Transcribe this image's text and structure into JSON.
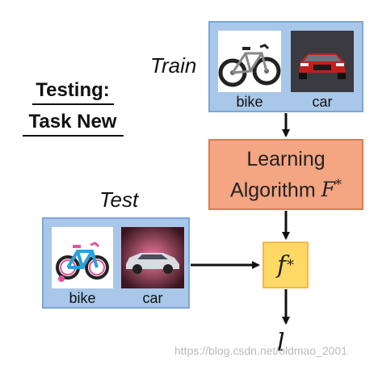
{
  "title": {
    "line1": "Testing:",
    "line2": "Task New"
  },
  "train": {
    "label": "Train",
    "items": [
      {
        "caption": "bike",
        "icon": "bike-photo-icon"
      },
      {
        "caption": "car",
        "icon": "car-photo-icon"
      }
    ]
  },
  "algorithm": {
    "line1": "Learning",
    "line2_text": "Algorithm",
    "symbol": "F",
    "sup": "*"
  },
  "test": {
    "label": "Test",
    "items": [
      {
        "caption": "bike",
        "icon": "kids-bike-photo-icon"
      },
      {
        "caption": "car",
        "icon": "sedan-photo-icon"
      }
    ]
  },
  "model": {
    "symbol": "f",
    "sup": "*"
  },
  "output": {
    "symbol": "l"
  },
  "watermark": "https://blog.csdn.net/oldmao_2001",
  "colors": {
    "panel_fill": "#a9c7e8",
    "panel_border": "#7ea6d6",
    "algorithm_fill": "#f4a582",
    "algorithm_border": "#e07a52",
    "model_fill": "#ffd966",
    "model_border": "#f2b84b"
  }
}
